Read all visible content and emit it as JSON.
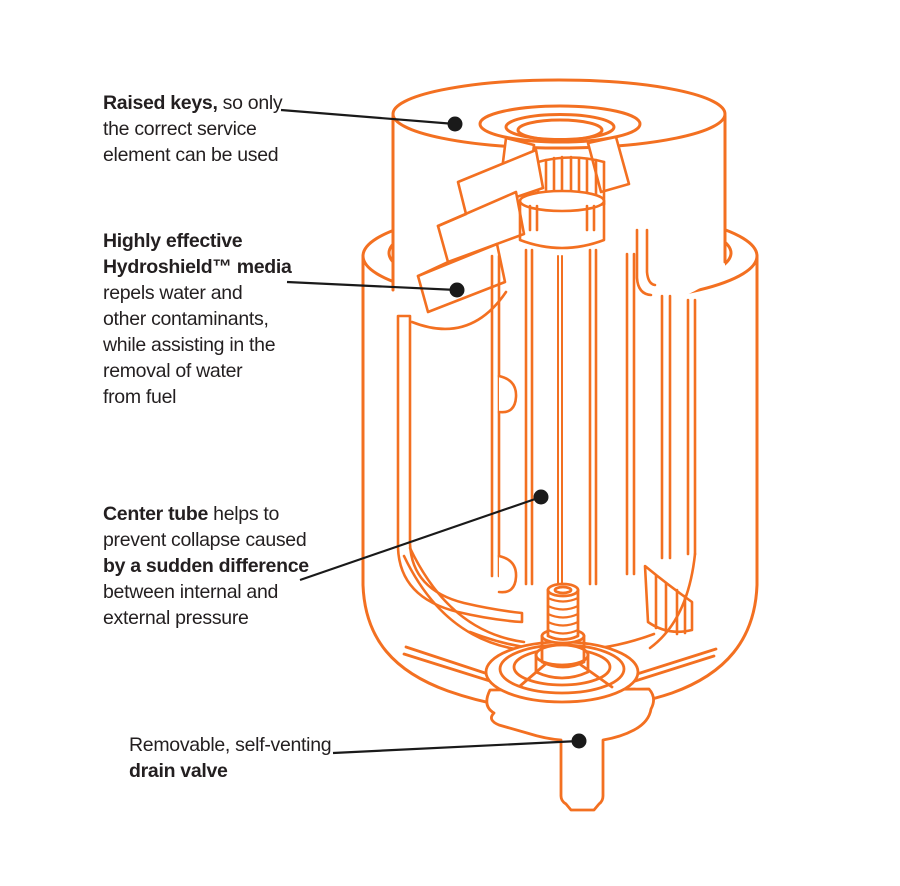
{
  "colors": {
    "diagram_line": "#F37021",
    "callout_line": "#1A1A1A",
    "text": "#231F20",
    "background": "#FFFFFF"
  },
  "callouts": [
    {
      "id": "raised-keys",
      "lines": [
        [
          {
            "t": "Raised keys,",
            "b": true
          },
          {
            "t": " so only",
            "b": false
          }
        ],
        [
          {
            "t": "the correct service",
            "b": false
          }
        ],
        [
          {
            "t": "element can be used",
            "b": false
          }
        ]
      ]
    },
    {
      "id": "hydroshield-media",
      "lines": [
        [
          {
            "t": "Highly effective",
            "b": true
          }
        ],
        [
          {
            "t": "Hydroshield™ media",
            "b": true
          }
        ],
        [
          {
            "t": "repels water and",
            "b": false
          }
        ],
        [
          {
            "t": "other contaminants,",
            "b": false
          }
        ],
        [
          {
            "t": "while assisting in the",
            "b": false
          }
        ],
        [
          {
            "t": "removal of water",
            "b": false
          }
        ],
        [
          {
            "t": "from fuel",
            "b": false
          }
        ]
      ]
    },
    {
      "id": "center-tube",
      "lines": [
        [
          {
            "t": "Center tube",
            "b": true
          },
          {
            "t": " helps to",
            "b": false
          }
        ],
        [
          {
            "t": "prevent collapse caused",
            "b": false
          }
        ],
        [
          {
            "t": "by a sudden difference",
            "b": true
          }
        ],
        [
          {
            "t": "between internal and",
            "b": false
          }
        ],
        [
          {
            "t": "external pressure",
            "b": false
          }
        ]
      ]
    },
    {
      "id": "drain-valve",
      "lines": [
        [
          {
            "t": "Removable, self-venting",
            "b": false
          }
        ],
        [
          {
            "t": "drain valve",
            "b": true
          }
        ]
      ]
    }
  ],
  "diagram": {
    "description": "Cutaway line illustration of a spin-on fuel filter / water separator",
    "parts": [
      "filter-cap",
      "raised-keys",
      "outer-shell",
      "hydroshield-media",
      "center-tube",
      "bottom-end-cap",
      "drain-valve",
      "threaded-stud",
      "drain-tube"
    ]
  }
}
